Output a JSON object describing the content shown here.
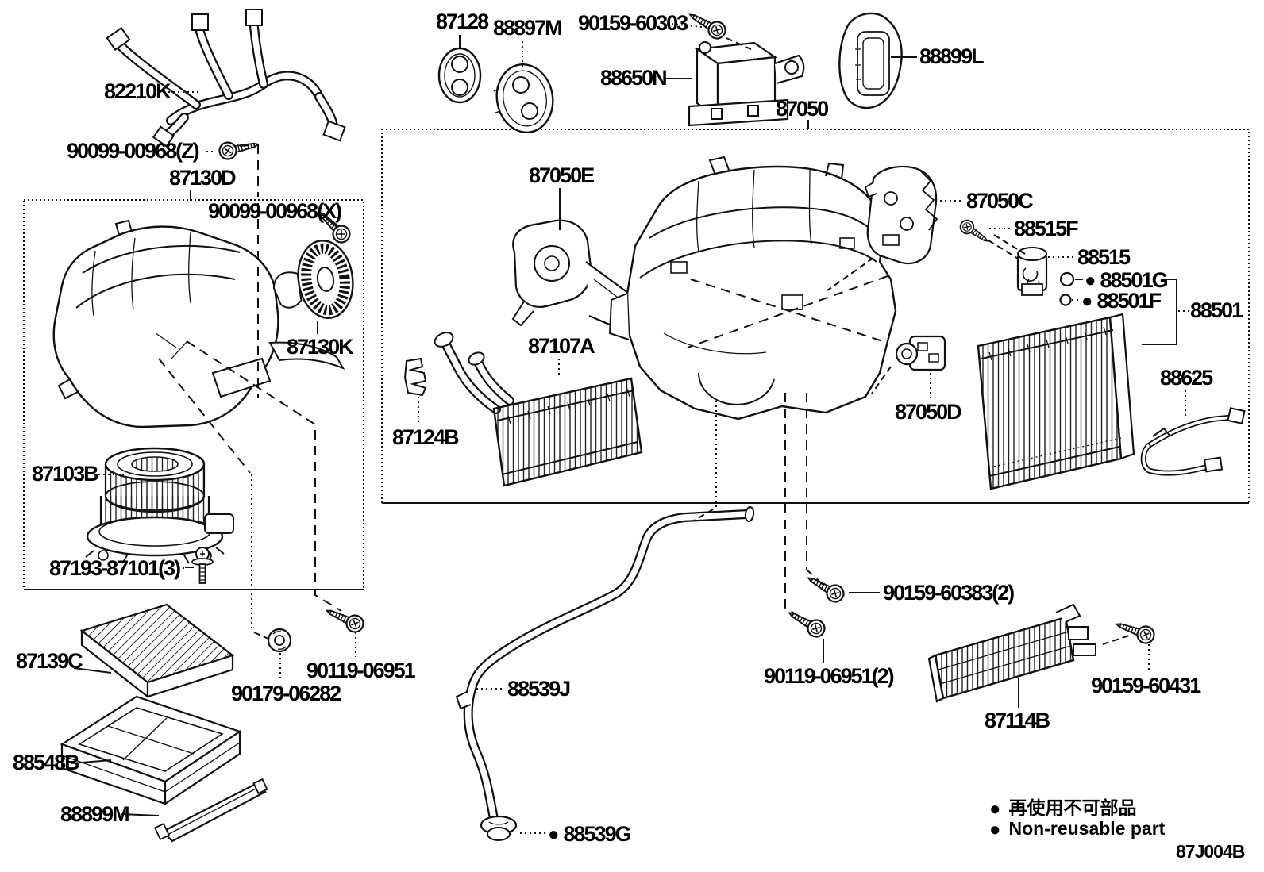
{
  "diagram": {
    "code": "87J004B",
    "marker": "●",
    "legend": [
      {
        "text": "再使用不可部品"
      },
      {
        "text": "Non-reusable part"
      }
    ],
    "labels": {
      "82210K": "82210K",
      "90099_00968_Z": "90099-00968(Z)",
      "87130D": "87130D",
      "90099_00968_X": "90099-00968(X)",
      "87130K": "87130K",
      "87103B": "87103B",
      "87193_87101_3": "87193-87101(3)",
      "87139C": "87139C",
      "88548B": "88548B",
      "88899M": "88899M",
      "90179_06282": "90179-06282",
      "90119_06951": "90119-06951",
      "87128": "87128",
      "88897M": "88897M",
      "90159_60303": "90159-60303",
      "88650N": "88650N",
      "88899L": "88899L",
      "87050": "87050",
      "87050E": "87050E",
      "87107A": "87107A",
      "87124B": "87124B",
      "87050C": "87050C",
      "88515F": "88515F",
      "88515": "88515",
      "88501G": "88501G",
      "88501F": "88501F",
      "88501": "88501",
      "88625": "88625",
      "87050D": "87050D",
      "88539J": "88539J",
      "88539G": "88539G",
      "90159_60383_2": "90159-60383(2)",
      "90119_06951_2": "90119-06951(2)",
      "87114B": "87114B",
      "90159_60431": "90159-60431"
    }
  }
}
